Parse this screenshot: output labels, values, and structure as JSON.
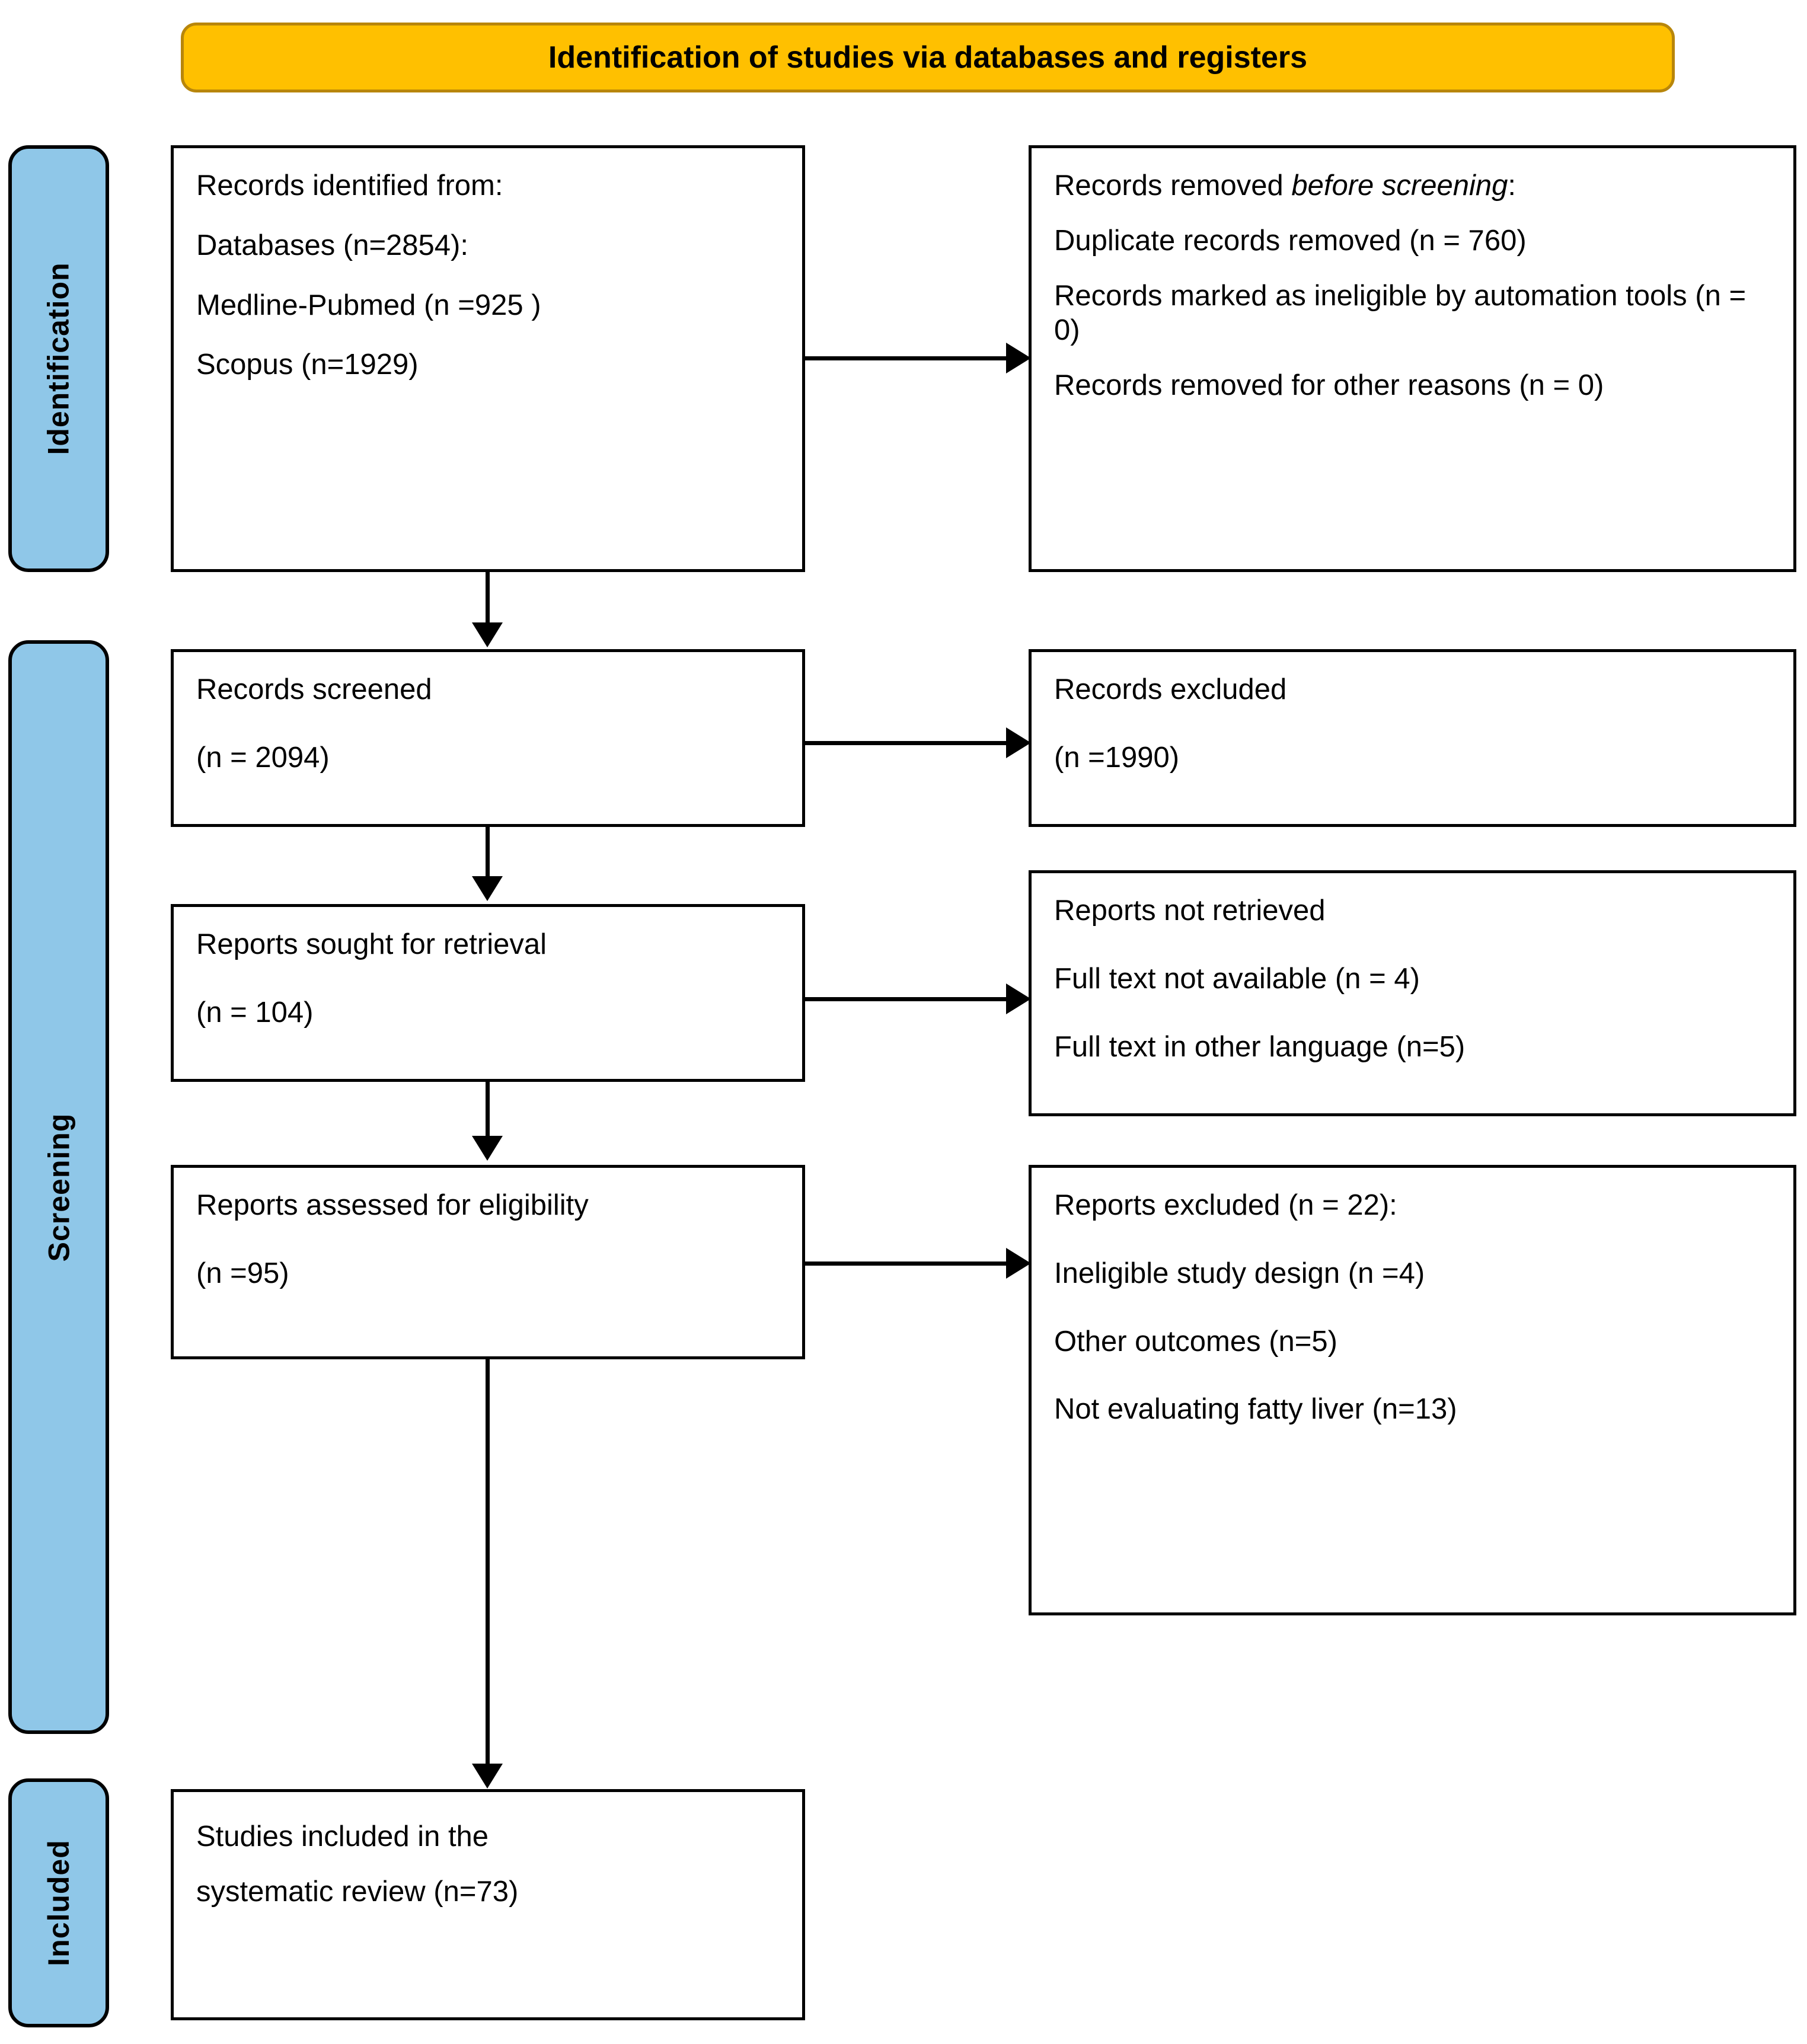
{
  "banner": {
    "title": "Identification of studies via databases and registers"
  },
  "stages": [
    {
      "key": "identification",
      "label": "Identification"
    },
    {
      "key": "screening",
      "label": "Screening"
    },
    {
      "key": "included",
      "label": "Included"
    }
  ],
  "boxes": {
    "records_identified": {
      "lines": [
        "Records identified from:",
        "Databases (n=2854):",
        "Medline-Pubmed (n =925 )",
        "Scopus (n=1929)"
      ]
    },
    "records_removed": {
      "heading_prefix": "Records removed ",
      "heading_italic": "before screening",
      "heading_suffix": ":",
      "lines": [
        "Duplicate records removed (n = 760)",
        "Records marked as ineligible by automation tools (n = 0)",
        "Records removed for other reasons (n = 0)"
      ]
    },
    "records_screened": {
      "lines": [
        "Records screened",
        "(n = 2094)"
      ]
    },
    "records_excluded": {
      "lines": [
        "Records excluded",
        "(n =1990)"
      ]
    },
    "reports_sought": {
      "lines": [
        "Reports sought for retrieval",
        "(n = 104)"
      ]
    },
    "reports_not_retrieved": {
      "lines": [
        "Reports not retrieved",
        "Full text not available (n = 4)",
        "Full text in other language (n=5)"
      ]
    },
    "reports_assessed": {
      "lines": [
        "Reports assessed for eligibility",
        "(n =95)"
      ]
    },
    "reports_excluded": {
      "lines": [
        "Reports excluded (n = 22):",
        "Ineligible study design (n =4)",
        "Other outcomes (n=5)",
        "Not evaluating fatty liver (n=13)"
      ]
    },
    "studies_included": {
      "lines": [
        "Studies included in the",
        "systematic review (n=73)"
      ]
    }
  },
  "colors": {
    "banner_fill": "#FFC000",
    "banner_border": "#B8860B",
    "stage_fill": "#8FC7E8",
    "stroke": "#000000",
    "box_fill": "#FFFFFF"
  }
}
